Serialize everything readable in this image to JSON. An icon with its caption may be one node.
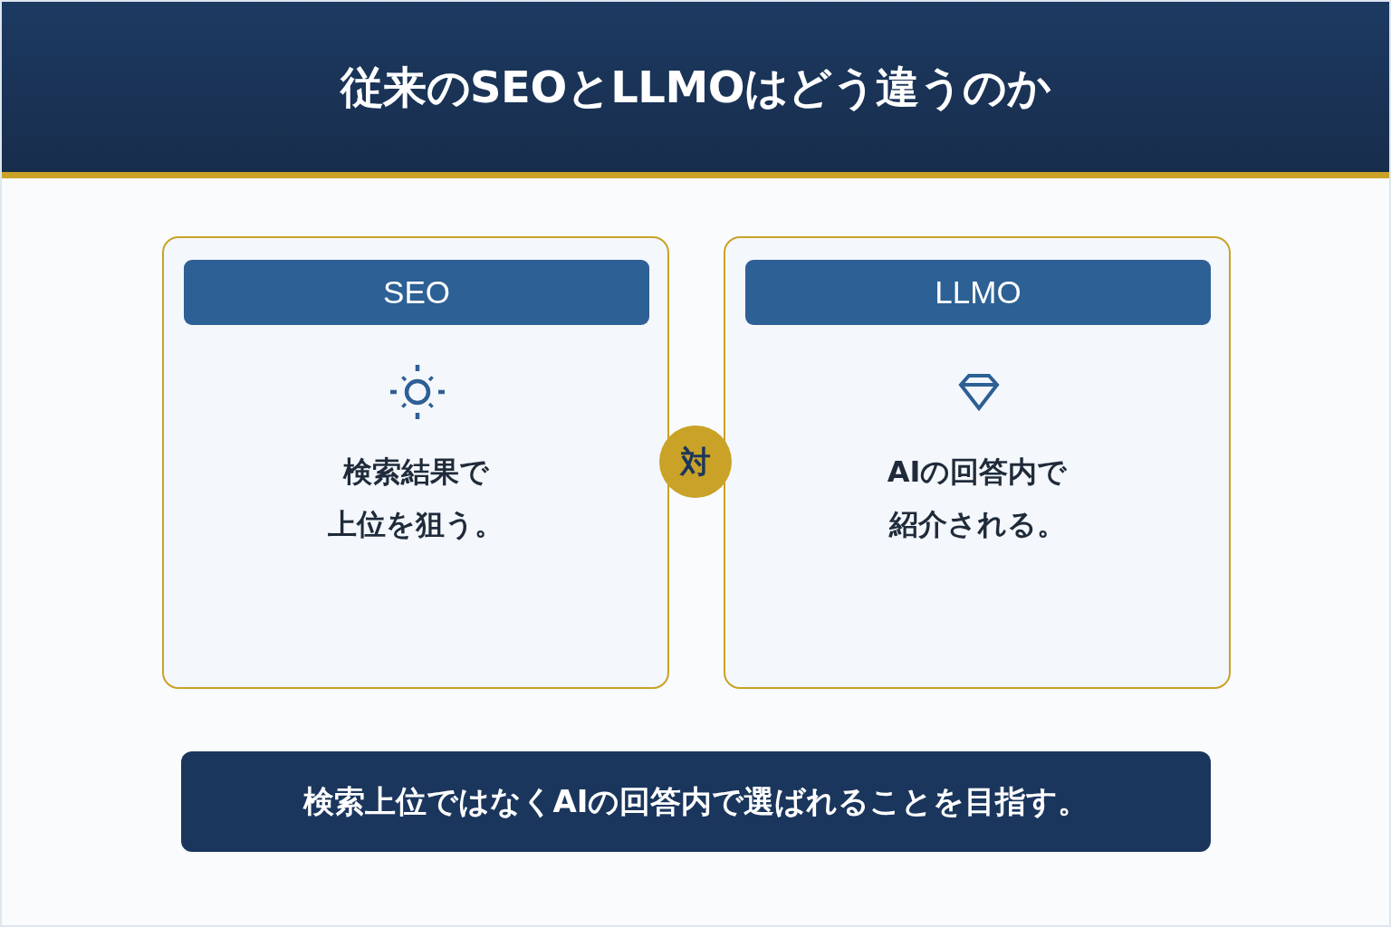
{
  "diagram": {
    "title": "従来のSEOとLLMOはどう違うのか",
    "nodes": [
      {
        "text": [
          "検索結果で上位を狙う。"
        ]
      },
      {
        "text": [
          "SEO"
        ],
        "in": 0
      },
      {
        "text": [
          "対"
        ]
      },
      {
        "text": [
          "AIの回答内で紹介される。"
        ]
      },
      {
        "text": [
          "LLMO"
        ],
        "in": 3
      },
      {
        "text": [
          "検索上位ではなくAIの回答内で選ばれることを目指す。"
        ]
      }
    ]
  }
}
